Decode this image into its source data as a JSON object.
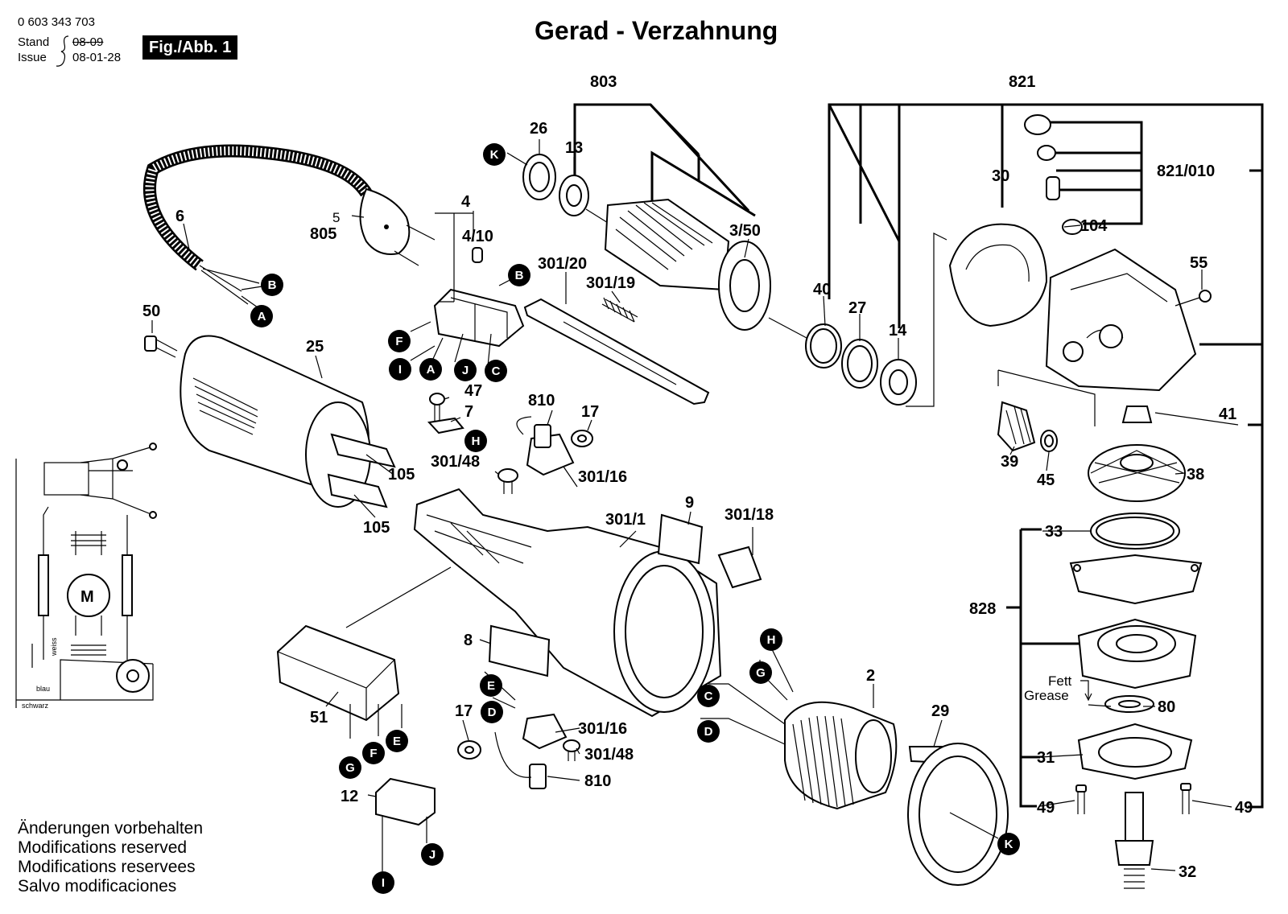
{
  "header": {
    "part_number": "0 603 343 703",
    "stand_label": "Stand",
    "stand_value": "08-09",
    "issue_label": "Issue",
    "issue_value": "08-01-28",
    "fig_label": "Fig./Abb. 1",
    "title": "Gerad - Verzahnung"
  },
  "footer_notes": [
    "Änderungen vorbehalten",
    "Modifications reserved",
    "Modifications reservees",
    "Salvo modificaciones"
  ],
  "parts": {
    "p803": "803",
    "p821": "821",
    "p821_010": "821/010",
    "p104": "104",
    "p30": "30",
    "p26": "26",
    "p13": "13",
    "p4": "4",
    "p4_10": "4/10",
    "p3_50": "3/50",
    "p301_20": "301/20",
    "p301_19": "301/19",
    "p40": "40",
    "p27": "27",
    "p14": "14",
    "p55": "55",
    "p6": "6",
    "p5": "5",
    "p805": "805",
    "p50": "50",
    "p25": "25",
    "p47": "47",
    "p7": "7",
    "p810a": "810",
    "p17a": "17",
    "p301_48a": "301/48",
    "p301_16a": "301/16",
    "p105a": "105",
    "p105b": "105",
    "p9": "9",
    "p301_1": "301/1",
    "p301_18": "301/18",
    "p41": "41",
    "p39": "39",
    "p45": "45",
    "p38": "38",
    "p33": "33",
    "p828": "828",
    "p80": "80",
    "p31": "31",
    "p49a": "49",
    "p49b": "49",
    "p32": "32",
    "p8": "8",
    "p2": "2",
    "p29": "29",
    "p51": "51",
    "p12": "12",
    "p17b": "17",
    "p301_16b": "301/16",
    "p301_48b": "301/48",
    "p810b": "810"
  },
  "fett_label": "Fett",
  "grease_label": "Grease",
  "circuit": {
    "motor_label": "M",
    "wire_blau": "blau",
    "wire_schwarz": "schwarz",
    "wire_weiss": "weiss"
  },
  "connector_letters": {
    "B1": "B",
    "A1": "A",
    "B2": "B",
    "F1": "F",
    "I1": "I",
    "A2": "A",
    "J1": "J",
    "C1": "C",
    "K1": "K",
    "H1": "H",
    "E1": "E",
    "D1": "D",
    "H2": "H",
    "G2": "G",
    "C2": "C",
    "D2": "D",
    "G1": "G",
    "F2": "F",
    "E2": "E",
    "I2": "I",
    "J2": "J",
    "K2": "K"
  }
}
